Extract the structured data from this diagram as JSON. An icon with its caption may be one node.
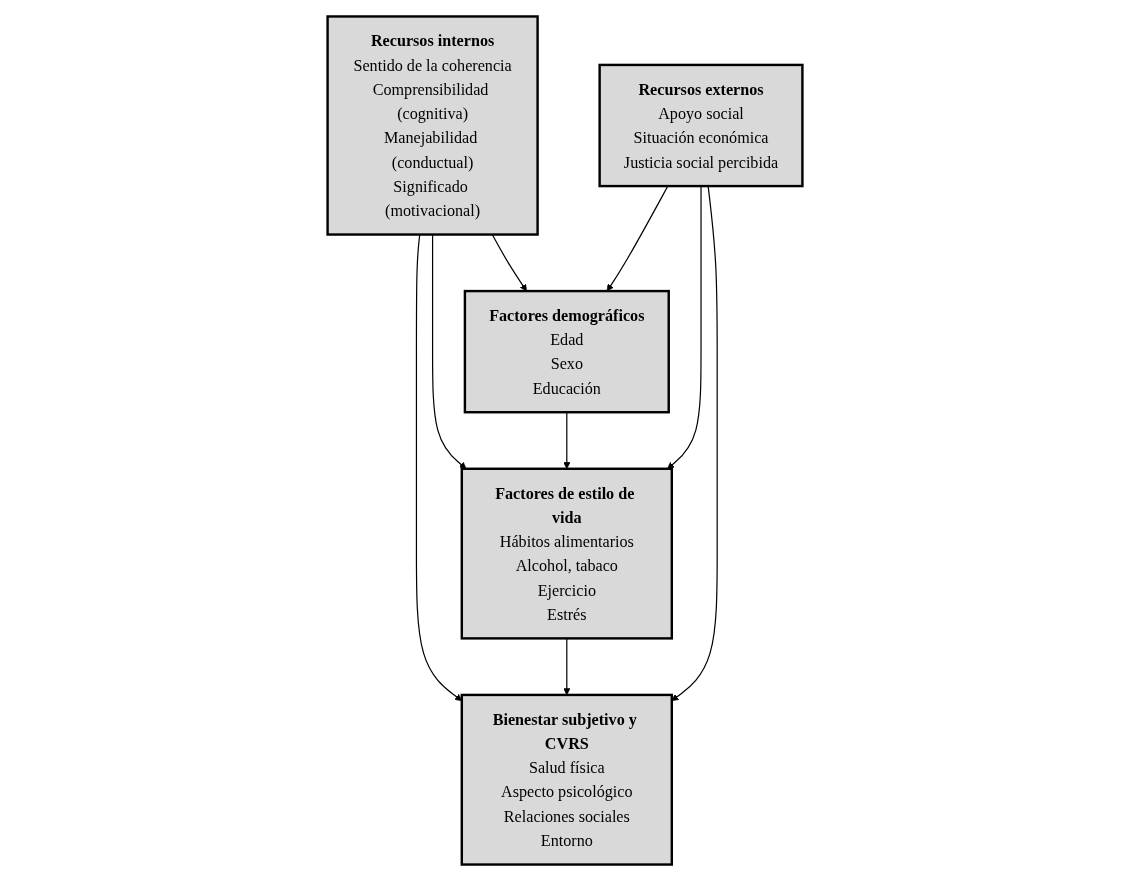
{
  "diagram": {
    "nodes": [
      {
        "text": [
          "Recursos internos",
          "Sentido de la coherencia",
          "Comprensibilidad (cognitiva)",
          "Manejabilidad (conductual)",
          "Significado (motivacional)"
        ]
      },
      {
        "text": [
          "Factores demográficos",
          "Edad",
          "Sexo",
          "Educación"
        ]
      },
      {
        "text": [
          "Factores de estilo de vida",
          "Hábitos alimentarios",
          "Alcohol, tabaco",
          "Ejercicio",
          "Estrés"
        ]
      },
      {
        "text": [
          "Bienestar subjetivo y CVRS",
          "Salud física",
          "Aspecto psicológico",
          "Relaciones sociales",
          "Entorno"
        ]
      },
      {
        "text": [
          "Recursos externos",
          "Apoyo social",
          "Situación económica",
          "Justicia social percibida"
        ]
      }
    ],
    "edges": [
      {
        "from": 0,
        "to": 1,
        "arrow": "to"
      },
      {
        "from": 0,
        "to": 2,
        "arrow": "to"
      },
      {
        "from": 0,
        "to": 3,
        "arrow": "to"
      },
      {
        "from": 1,
        "to": 2,
        "arrow": "to"
      },
      {
        "from": 2,
        "to": 3,
        "arrow": "to"
      },
      {
        "from": 4,
        "to": 1,
        "arrow": "to"
      },
      {
        "from": 4,
        "to": 2,
        "arrow": "to"
      },
      {
        "from": 4,
        "to": 3,
        "arrow": "to"
      }
    ]
  }
}
